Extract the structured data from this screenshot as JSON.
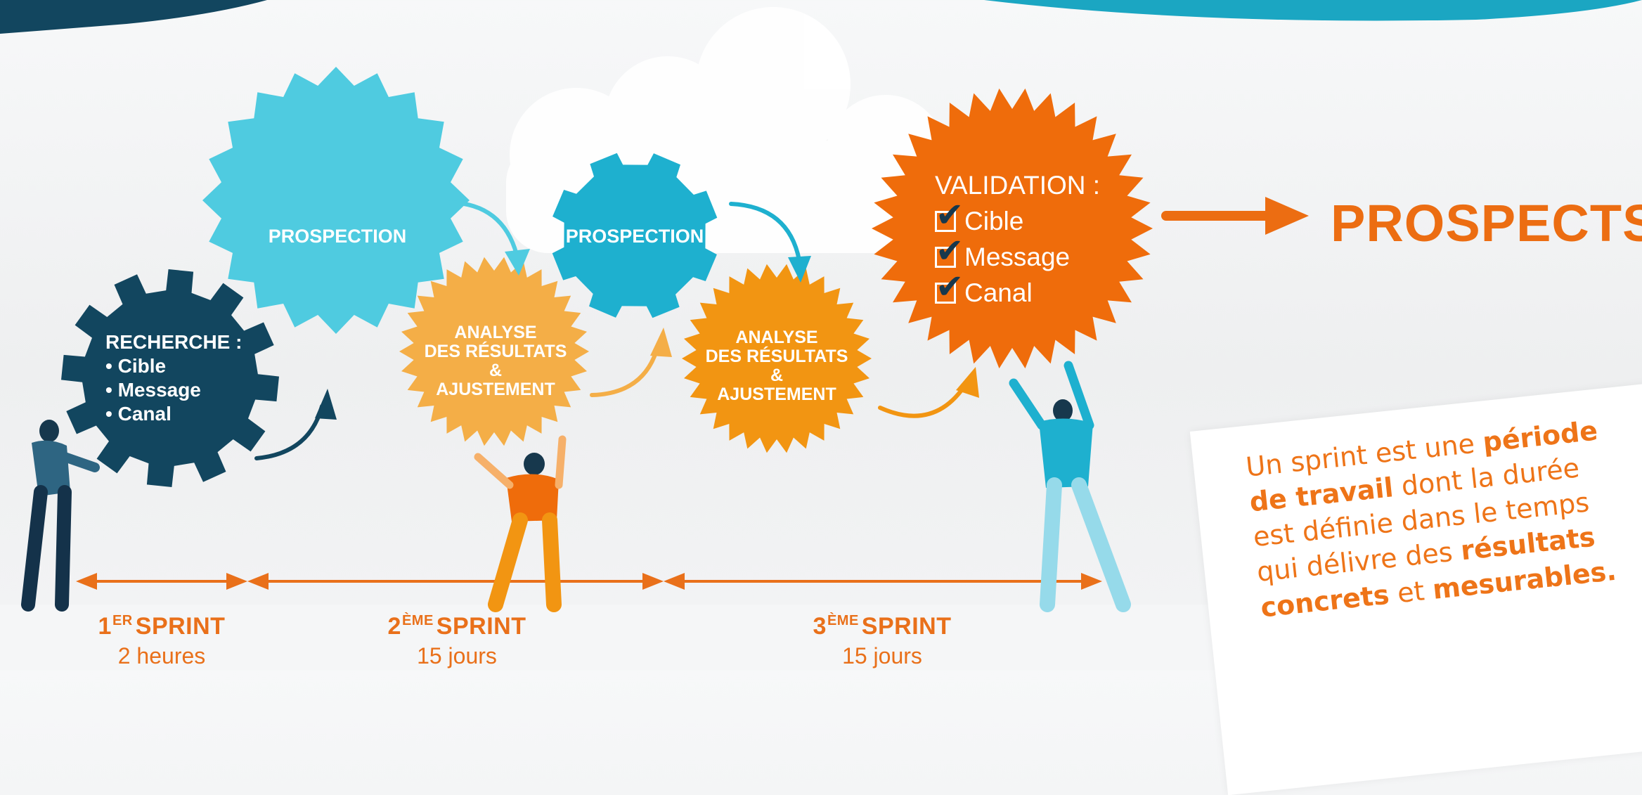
{
  "gears": {
    "recherche": {
      "title": "RECHERCHE :",
      "items": [
        "Cible",
        "Message",
        "Canal"
      ],
      "color": "#12465f"
    },
    "prospection_1": {
      "label": "PROSPECTION",
      "color": "#4fcbe0"
    },
    "analyse_1": {
      "lines": [
        "ANALYSE",
        "DES RÉSULTATS",
        "&",
        "AJUSTEMENT"
      ],
      "color": "#f4ae47"
    },
    "prospection_2": {
      "label": "PROSPECTION",
      "color": "#1eb0cf"
    },
    "analyse_2": {
      "lines": [
        "ANALYSE",
        "DES RÉSULTATS",
        "&",
        "AJUSTEMENT"
      ],
      "color": "#f29512"
    },
    "validation": {
      "title": "VALIDATION :",
      "items": [
        "Cible",
        "Message",
        "Canal"
      ],
      "check": "✔",
      "color": "#ef6c0b"
    }
  },
  "result_label": "PROSPECTS",
  "sprints": [
    {
      "ordinal": "1",
      "suffix": "ER",
      "word": "SPRINT",
      "duration": "2 heures"
    },
    {
      "ordinal": "2",
      "suffix": "ÈME",
      "word": "SPRINT",
      "duration": "15 jours"
    },
    {
      "ordinal": "3",
      "suffix": "ÈME",
      "word": "SPRINT",
      "duration": "15 jours"
    }
  ],
  "note": {
    "l1a": "Un sprint est une ",
    "l1b": "période",
    "l2a": "de travail",
    "l2b": " dont la durée",
    "l3": "est définie dans le temps",
    "l4a": "qui délivre des ",
    "l4b": "résultats",
    "l5a": "concrets",
    "l5b": " et ",
    "l5c": "mesurables."
  },
  "colors": {
    "accent": "#ee7418",
    "navy": "#12465f",
    "cyan": "#1eb0cf",
    "light_cyan": "#4fcbe0"
  }
}
